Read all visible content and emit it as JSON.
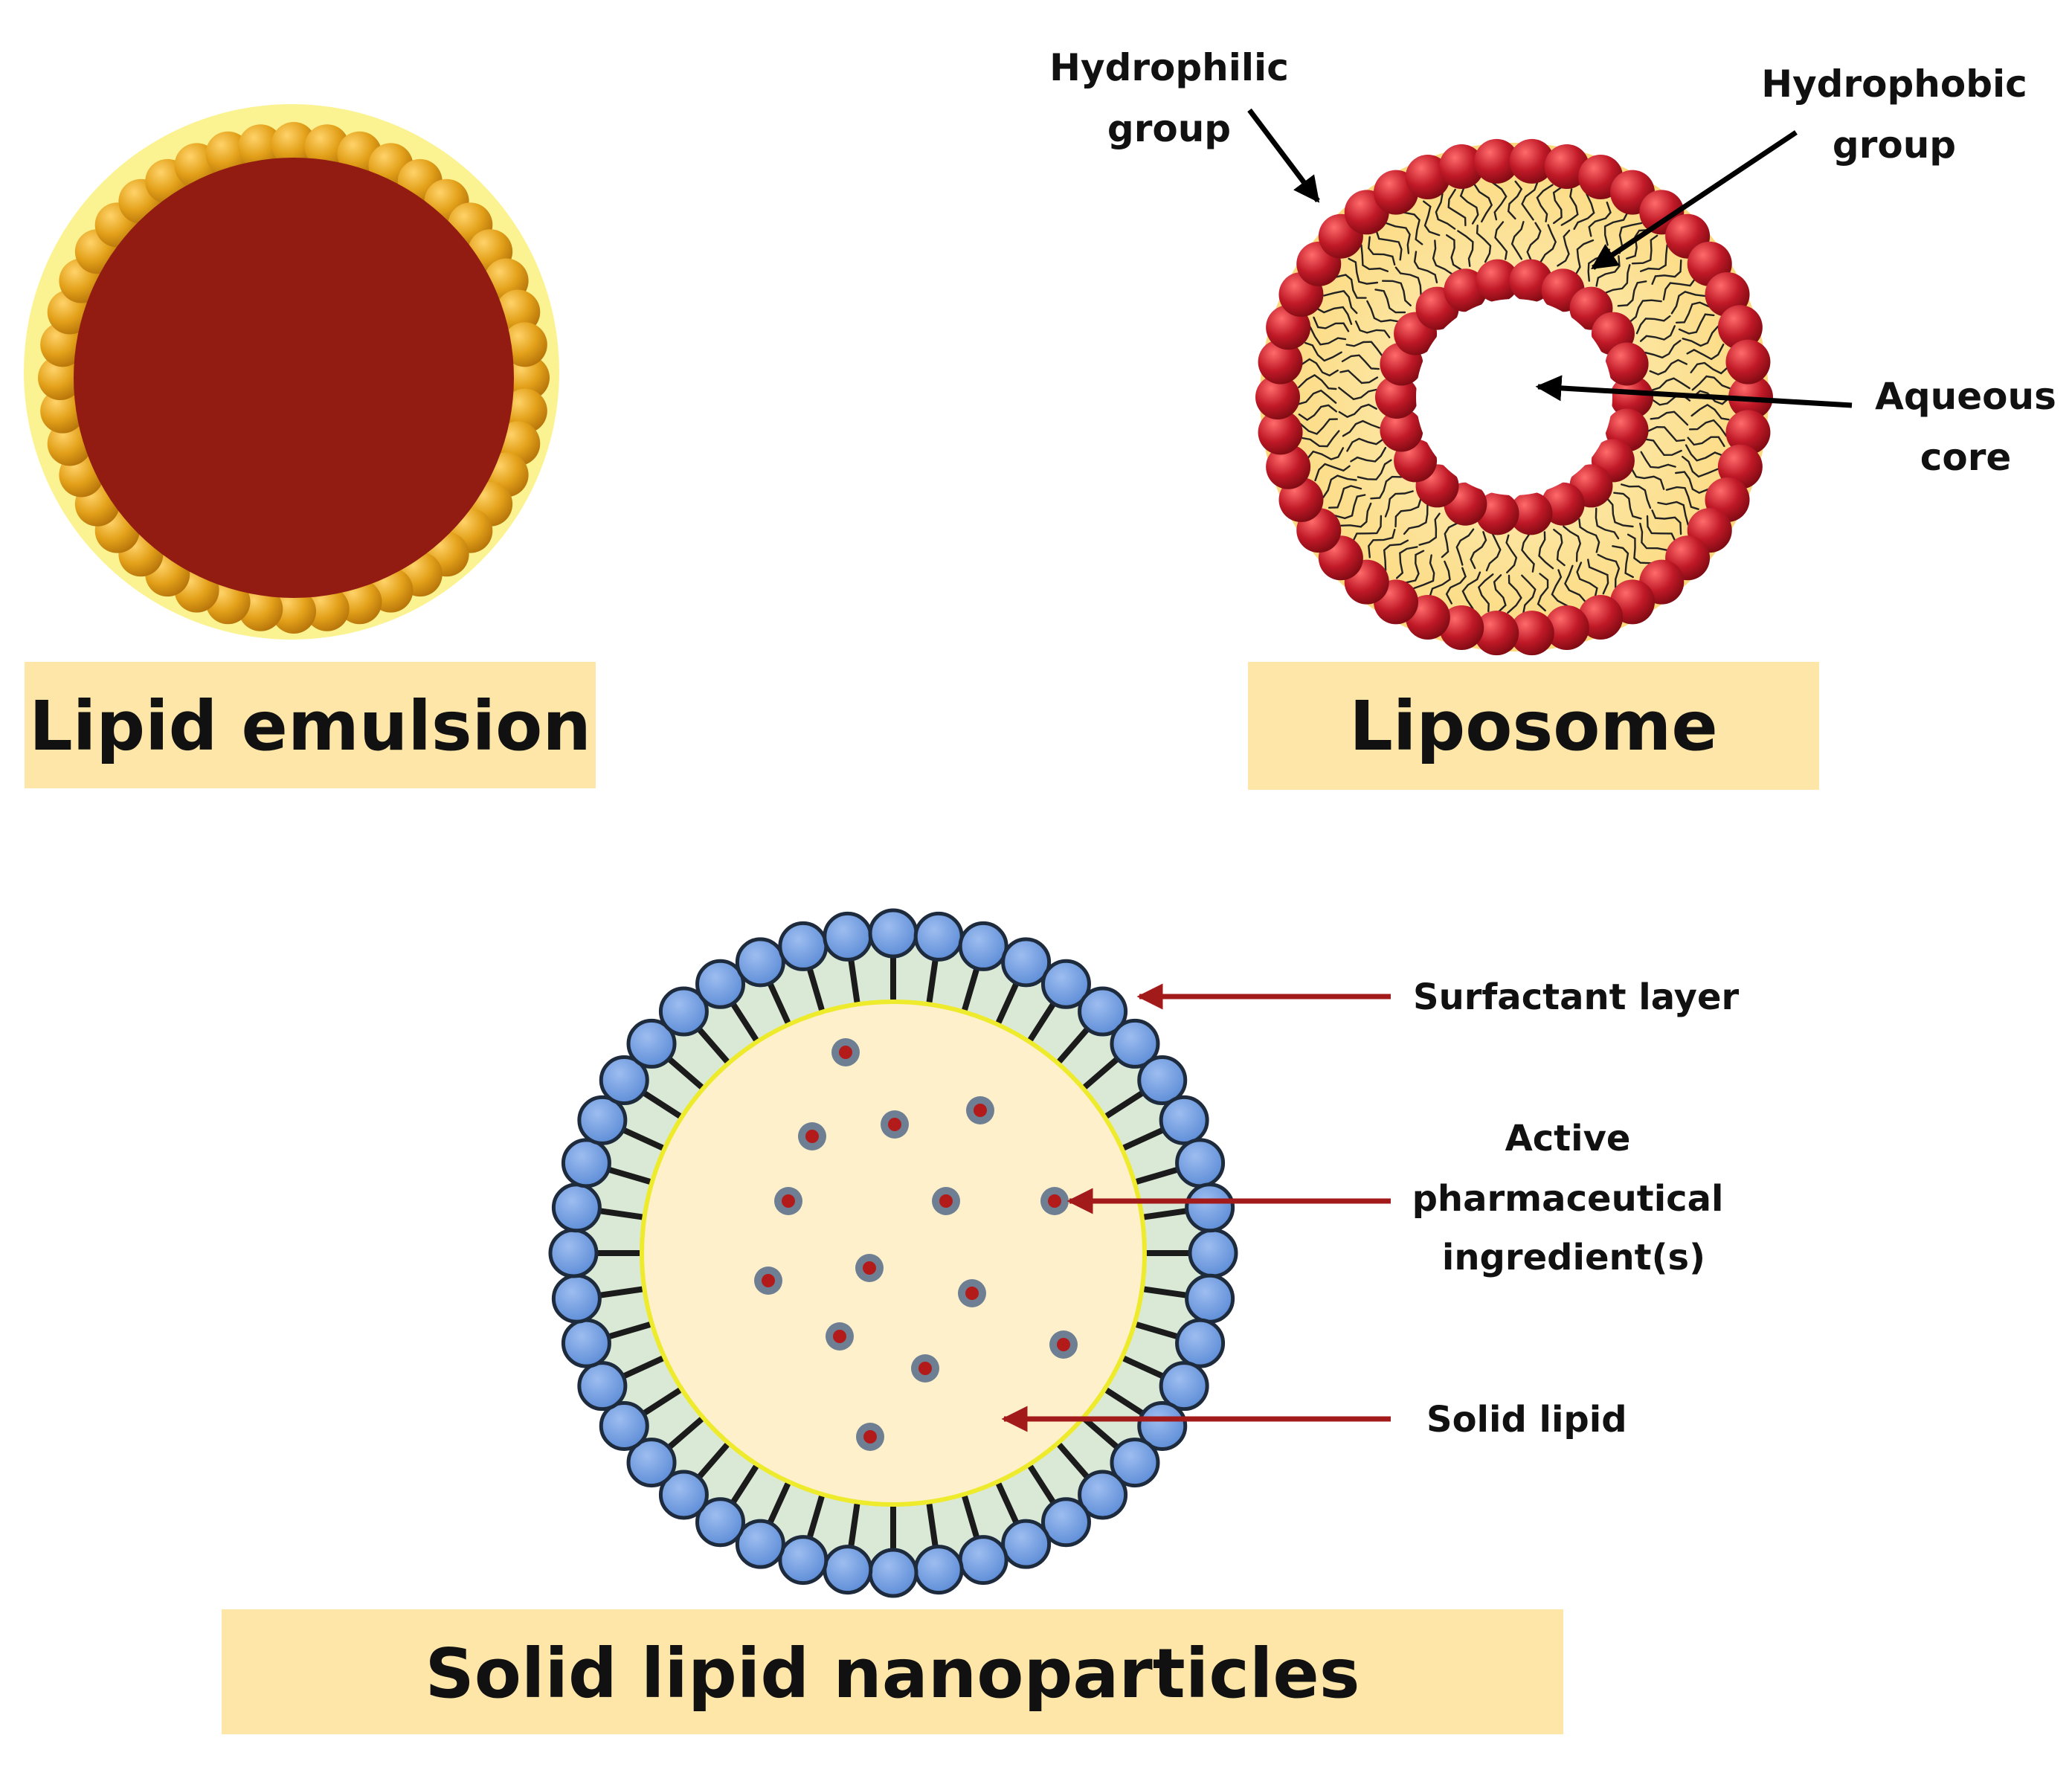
{
  "titles": {
    "lipid_emulsion": "Lipid emulsion",
    "liposome": "Liposome",
    "sln": "Solid lipid nanoparticles"
  },
  "liposome_labels": {
    "hydrophilic_line1": "Hydrophilic",
    "hydrophilic_line2": "group",
    "hydrophobic_line1": "Hydrophobic",
    "hydrophobic_line2": "group",
    "aqueous_line1": "Aqueous",
    "aqueous_line2": "core"
  },
  "sln_labels": {
    "surfactant": "Surfactant layer",
    "active_line1": "Active",
    "active_line2": "pharmaceutical",
    "active_line3": "ingredient(s)",
    "solid_lipid": "Solid lipid"
  },
  "colors": {
    "title_box": "#fde6a8",
    "emulsion_core": "#921c12",
    "emulsion_halo": "#fbf391",
    "emulsion_bead": "#e3a11a",
    "liposome_bead": "#c01927",
    "liposome_fill": "#fbdc86",
    "sln_bead": "#5b8bd6",
    "sln_shell": "#d9e9d6",
    "sln_core": "#fdf0cb",
    "sln_core_edge": "#eeea2c",
    "drug_dot": "#b31a1a",
    "sln_arrow": "#a31a1a",
    "black_arrow": "#000000"
  }
}
